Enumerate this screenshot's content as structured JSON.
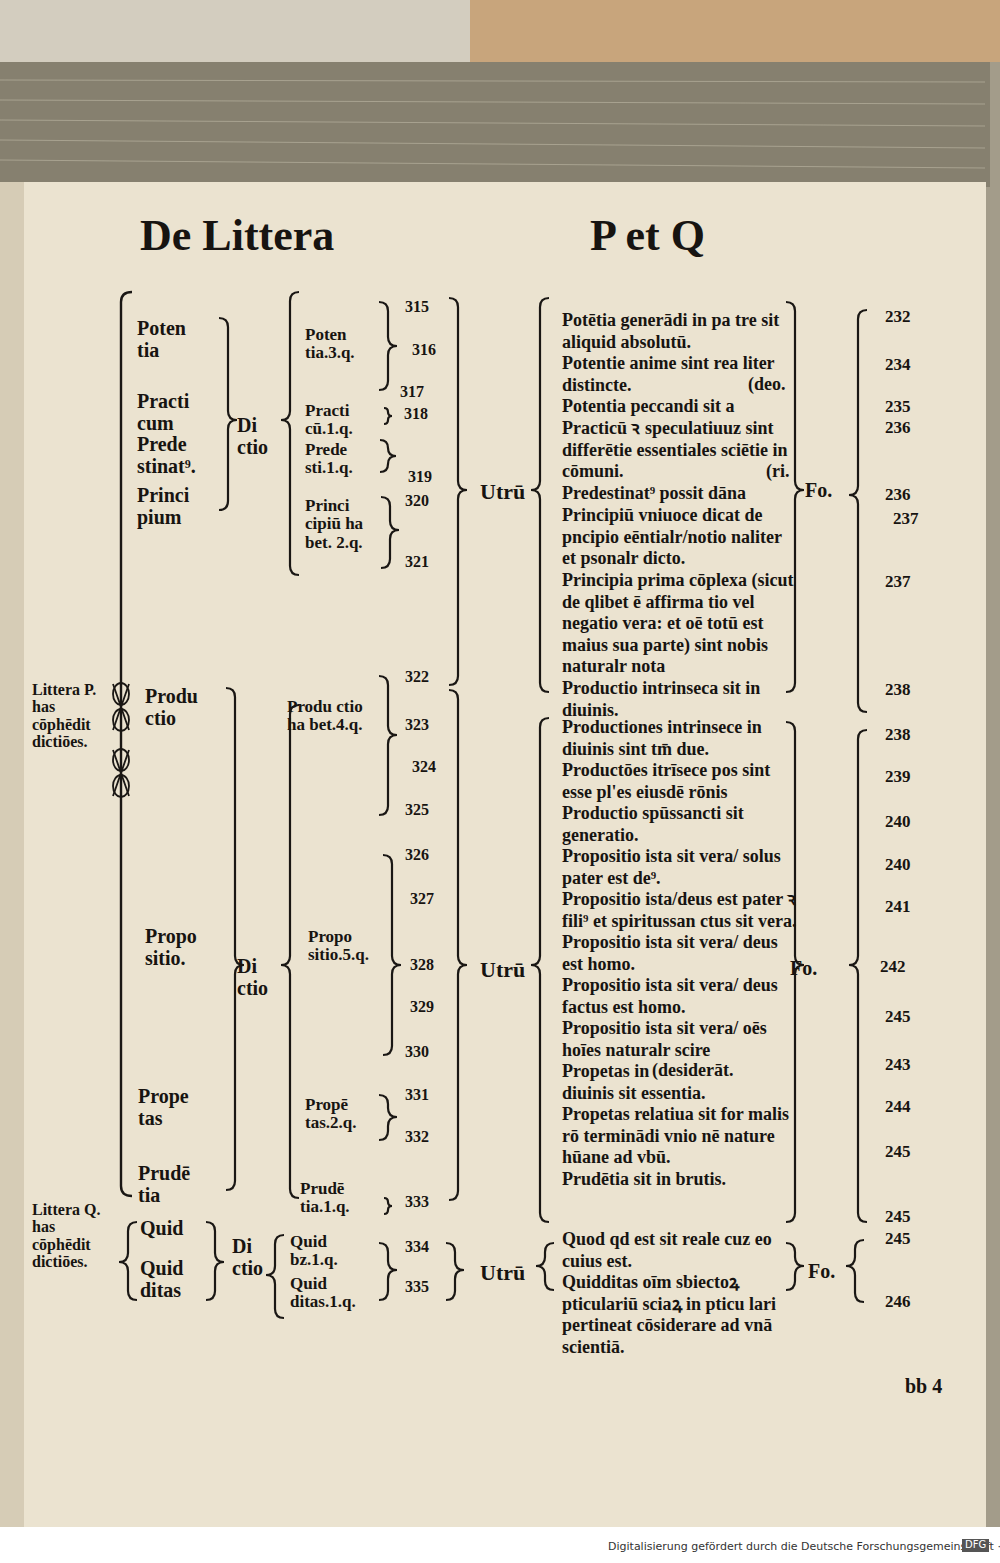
{
  "diagram": {
    "title": "De Littera",
    "labels": [
      "P et Q",
      "Poten tia",
      "Practi cum",
      "Prede stinat⁹.",
      "Princi pium",
      "Di ctio",
      "Poten tia.3.q.",
      "Practi cū.1.q.",
      "Prede sti.1.q.",
      "Princi cipiū ha bet. 2.q.",
      "315",
      "316",
      "317",
      "318",
      "319",
      "320",
      "321",
      "Utrū",
      "Potētia generādi in pa tre sit aliquid absolutū.",
      "Potentie anime sint rea liter distincte.",
      "Potentia peccandi sit a",
      "Practicū ꝛ speculatiuuz sint differētie essentiales sciētie in cōmuni.",
      "Predestinat⁹ possit dāna",
      "Principiū vniuoce dicat de pncipio eēntialr/notio naliter et psonalr dicto.",
      "Principia prima cōplexa (sicut de qlibet ē affirma tio vel negatio vera: et oē totū est maius sua parte) sint nobis naturalr nota",
      "Productio intrinseca sit in diuinis.",
      "(deo.",
      "(ri.",
      "Fo.",
      "232",
      "234",
      "235",
      "236",
      "236",
      "237",
      "237",
      "238",
      "Littera P. has cōphēdit dictiōes.",
      "Produ ctio",
      "Propo sitio.",
      "Prope tas",
      "Prudē tia",
      "Di ctio",
      "Produ ctio ha bet.4.q.",
      "Propo sitio.5.q.",
      "Propē tas.2.q.",
      "Prudē tia.1.q.",
      "322",
      "323",
      "324",
      "325",
      "326",
      "327",
      "328",
      "329",
      "330",
      "331",
      "332",
      "333",
      "Utrū",
      "Productiones intrinsece in diuinis sint tm̄ due.",
      "Productōes itrīsece pos sint esse pl'es eiusdē rōnis",
      "Productio spūssancti sit generatio.",
      "Propositio ista sit vera/ solus pater est de⁹.",
      "Propositio ista/deus est pater ꝛ fili⁹ et spiritussan ctus sit vera.",
      "Propositio ista sit vera/ deus est homo.",
      "Propositio ista sit vera/ deus factus est homo.",
      "Propositio ista sit vera/ oēs hoīes naturalr scire",
      "Propetas in diuinis sit essentia.",
      "Propetas relatiua sit for malis rō terminādi vnio nē nature hūane ad vbū.",
      "Prudētia sit in brutis.",
      "(desiderāt.",
      "Fo.",
      "238",
      "239",
      "240",
      "240",
      "241",
      "242",
      "245",
      "243",
      "244",
      "245",
      "245",
      "Littera Q. has cōphēdit dictiōes.",
      "Quid",
      "Quid ditas",
      "Di ctio",
      "Quid bz.1.q.",
      "Quid ditas.1.q.",
      "334",
      "335",
      "Utrū",
      "Quod qd est sit reale cuz eo cuius est.",
      "Quidditas oīm sbiectoꝝ pticulariū sciaꝝ in pticu lari pertineat cōsiderare ad vnā scientiā.",
      "Fo.",
      "245",
      "246",
      "bb 4",
      "Digitalisierung gefördert durch die Deutsche Forschungsgemeinschaft ·",
      "DFG"
    ]
  }
}
